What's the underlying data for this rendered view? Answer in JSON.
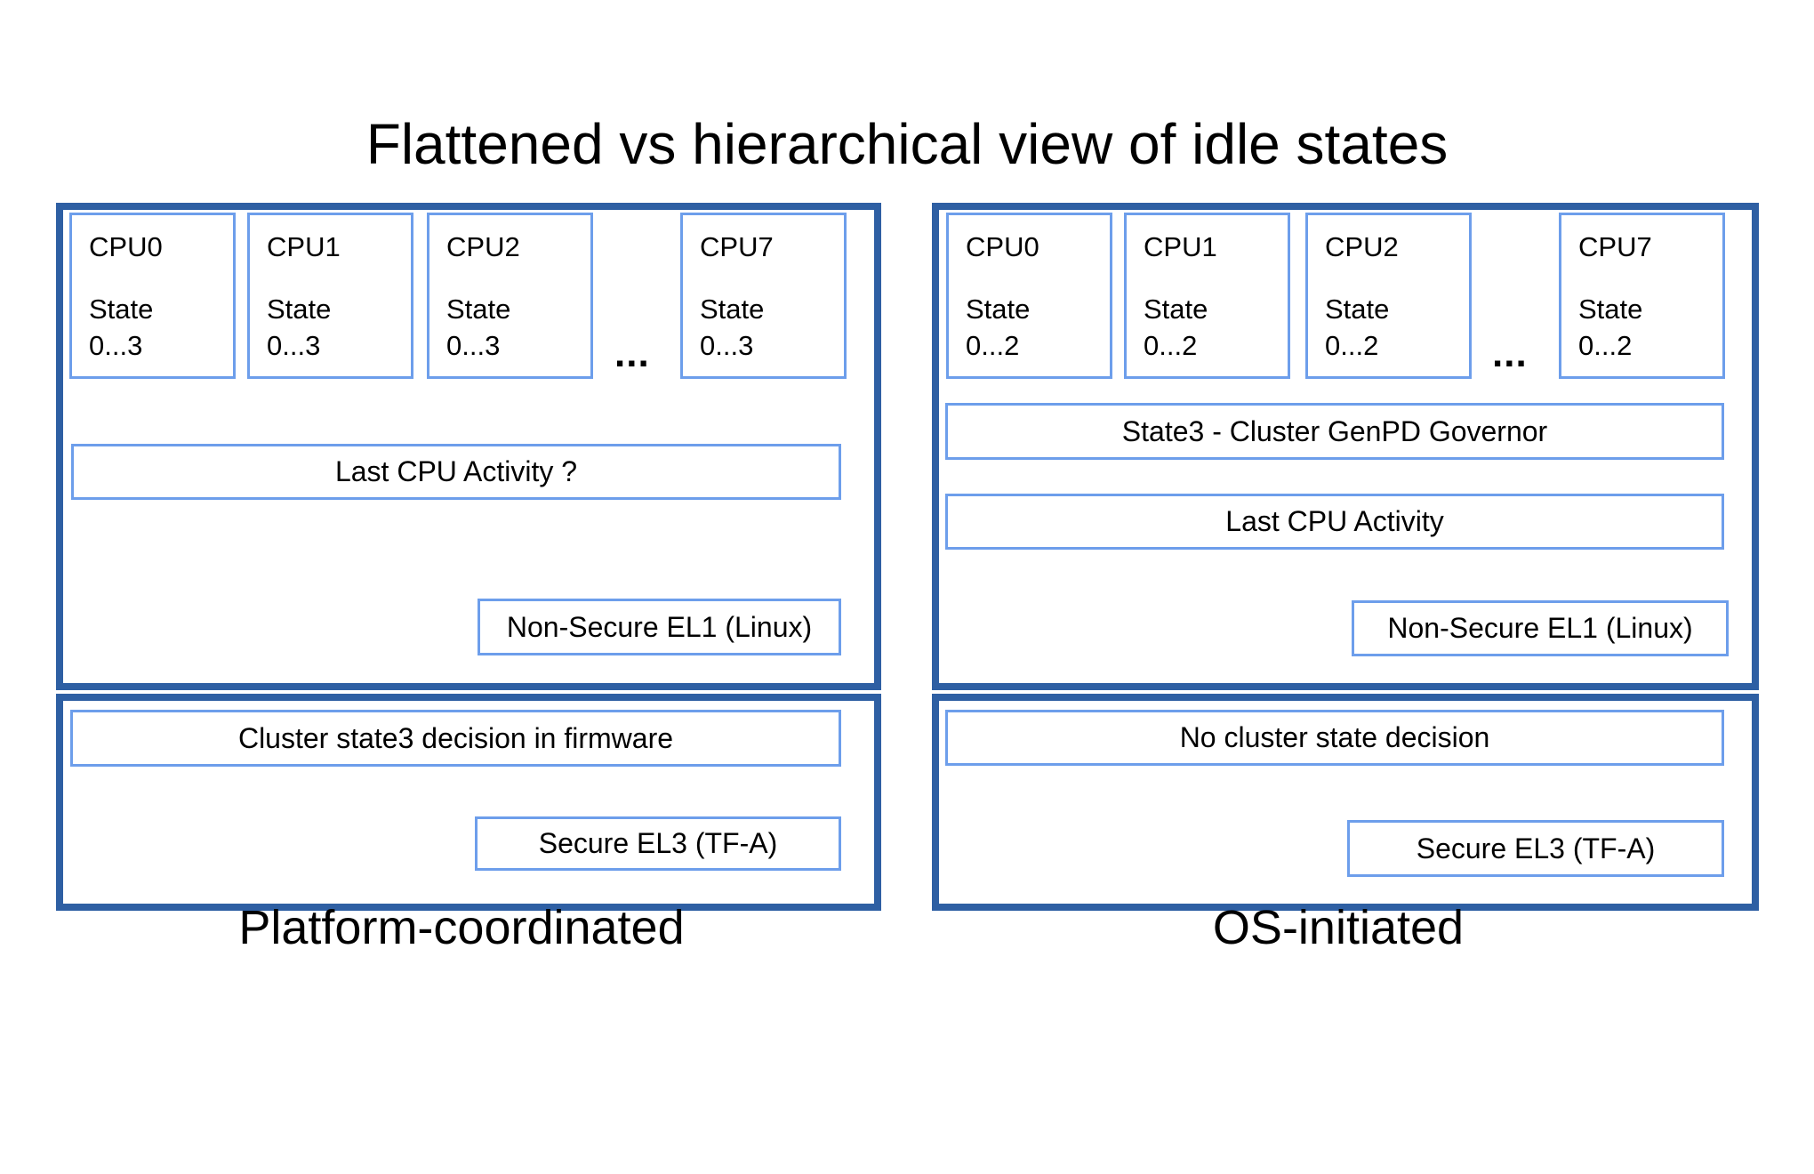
{
  "title": "Flattened vs hierarchical view of idle states",
  "colors": {
    "outer_border": "#2e5fa3",
    "inner_border": "#6d9eeb",
    "text": "#000000",
    "background": "#ffffff"
  },
  "panels": {
    "left": {
      "caption": "Platform-coordinated",
      "ellipsis": "...",
      "cpus": [
        {
          "name": "CPU0",
          "state_label": "State",
          "state_range": "0...3"
        },
        {
          "name": "CPU1",
          "state_label": "State",
          "state_range": "0...3"
        },
        {
          "name": "CPU2",
          "state_label": "State",
          "state_range": "0...3"
        },
        {
          "name": "CPU7",
          "state_label": "State",
          "state_range": "0...3"
        }
      ],
      "activity_label": "Last CPU Activity ?",
      "el1_label": "Non-Secure EL1 (Linux)",
      "decision_label": "Cluster state3 decision in firmware",
      "el3_label": "Secure EL3 (TF-A)"
    },
    "right": {
      "caption": "OS-initiated",
      "ellipsis": "...",
      "cpus": [
        {
          "name": "CPU0",
          "state_label": "State",
          "state_range": "0...2"
        },
        {
          "name": "CPU1",
          "state_label": "State",
          "state_range": "0...2"
        },
        {
          "name": "CPU2",
          "state_label": "State",
          "state_range": "0...2"
        },
        {
          "name": "CPU7",
          "state_label": "State",
          "state_range": "0...2"
        }
      ],
      "governor_label": "State3 - Cluster GenPD Governor",
      "activity_label": "Last CPU Activity",
      "el1_label": "Non-Secure EL1 (Linux)",
      "decision_label": "No cluster state decision",
      "el3_label": "Secure EL3 (TF-A)"
    }
  }
}
